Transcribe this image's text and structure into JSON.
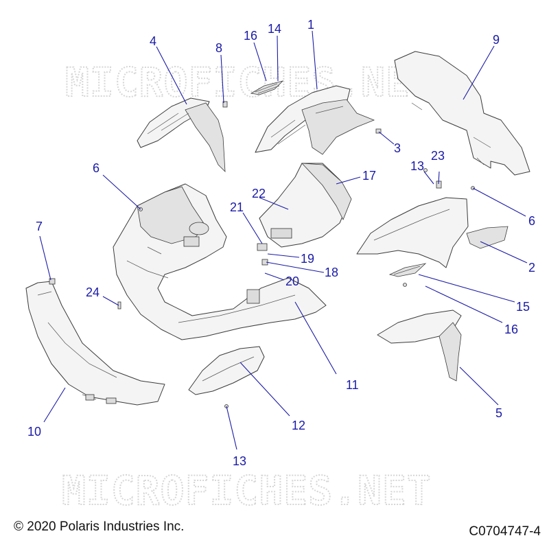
{
  "watermark": "MICROFICHES.NET",
  "footer": {
    "copyright": "© 2020 Polaris Industries Inc.",
    "diagram_code": "C0704747-4"
  },
  "colors": {
    "callout": "#1a1aa8",
    "part_fill": "#f4f4f4",
    "outline": "#3a3a3a",
    "watermark": "#d6d6d6"
  },
  "callouts": [
    "1",
    "2",
    "3",
    "4",
    "5",
    "6",
    "6",
    "7",
    "8",
    "9",
    "10",
    "11",
    "12",
    "13",
    "13",
    "14",
    "15",
    "16",
    "16",
    "17",
    "18",
    "19",
    "20",
    "21",
    "22",
    "23",
    "24"
  ]
}
